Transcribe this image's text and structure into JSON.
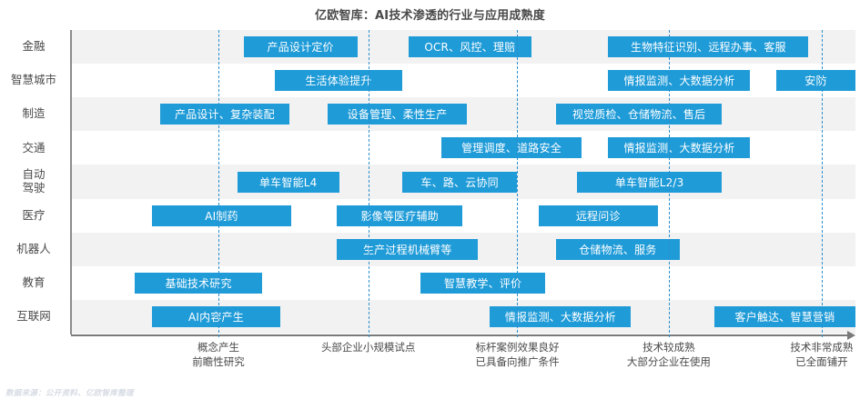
{
  "chart_data": {
    "type": "bar",
    "title": "亿欧智库：AI技术渗透的行业与应用成熟度",
    "xlabel": "",
    "ylabel": "",
    "grid": true,
    "legend": "none",
    "xlim": [
      0,
      100
    ],
    "source_note": "数据来源：公开资料、亿欧智库整理",
    "accent_color": "#1f9bd8",
    "gridline_color": "#2a8fd0",
    "band_color": "#f2f2f2",
    "axis_color": "#7a7a7a",
    "text_color": "#4a4a4a",
    "x_ticks": [
      {
        "pos": 18.8,
        "label": "概念产生\n前瞻性研究"
      },
      {
        "pos": 37.9,
        "label": "头部企业小规模试点"
      },
      {
        "pos": 56.9,
        "label": "标杆案例效果良好\n已具备向推广条件"
      },
      {
        "pos": 76.2,
        "label": "技术较成熟\n大部分企业在使用"
      },
      {
        "pos": 95.7,
        "label": "技术非常成熟\n已全面铺开"
      }
    ],
    "gridline_positions": [
      18.8,
      37.9,
      56.9,
      76.2,
      95.7
    ],
    "categories": [
      "金融",
      "智慧城市",
      "制造",
      "交通",
      "自动\n驾驶",
      "医疗",
      "机器人",
      "教育",
      "互联网"
    ],
    "rows": [
      {
        "category": "金融",
        "bars": [
          {
            "label": "产品设计定价",
            "start": 22.0,
            "end": 36.5
          },
          {
            "label": "OCR、风控、理赔",
            "start": 43.0,
            "end": 58.7
          },
          {
            "label": "生物特征识别、远程办事、客服",
            "start": 68.5,
            "end": 94.0
          }
        ]
      },
      {
        "category": "智慧城市",
        "bars": [
          {
            "label": "生活体验提升",
            "start": 26.0,
            "end": 42.2
          },
          {
            "label": "情报监测、大数据分析",
            "start": 68.5,
            "end": 86.6
          },
          {
            "label": "安防",
            "start": 89.9,
            "end": 100.0
          }
        ]
      },
      {
        "category": "制造",
        "bars": [
          {
            "label": "产品设计、复杂装配",
            "start": 11.4,
            "end": 27.8
          },
          {
            "label": "设备管理、柔性生产",
            "start": 32.7,
            "end": 50.5
          },
          {
            "label": "视觉质检、仓储物流、售后",
            "start": 61.8,
            "end": 83.0
          }
        ]
      },
      {
        "category": "交通",
        "bars": [
          {
            "label": "管理调度、道路安全",
            "start": 47.2,
            "end": 65.1
          },
          {
            "label": "情报监测、大数据分析",
            "start": 68.5,
            "end": 86.6
          }
        ]
      },
      {
        "category": "自动\n驾驶",
        "bars": [
          {
            "label": "单车智能L4",
            "start": 21.2,
            "end": 34.2
          },
          {
            "label": "车、路、云协同",
            "start": 42.2,
            "end": 56.9
          },
          {
            "label": "单车智能L2/3",
            "start": 64.5,
            "end": 83.0
          }
        ]
      },
      {
        "category": "医疗",
        "bars": [
          {
            "label": "AI制药",
            "start": 10.3,
            "end": 28.1
          },
          {
            "label": "影像等医疗辅助",
            "start": 33.9,
            "end": 49.9
          },
          {
            "label": "远程问诊",
            "start": 59.6,
            "end": 74.8
          }
        ]
      },
      {
        "category": "机器人",
        "bars": [
          {
            "label": "生产过程机械臂等",
            "start": 33.9,
            "end": 51.9
          },
          {
            "label": "仓储物流、服务",
            "start": 61.8,
            "end": 77.6
          }
        ]
      },
      {
        "category": "教育",
        "bars": [
          {
            "label": "基础技术研究",
            "start": 8.1,
            "end": 24.4
          },
          {
            "label": "智慧教学、评价",
            "start": 44.5,
            "end": 60.5
          }
        ]
      },
      {
        "category": "互联网",
        "bars": [
          {
            "label": "AI内容产生",
            "start": 10.3,
            "end": 26.7
          },
          {
            "label": "情报监测、大数据分析",
            "start": 53.4,
            "end": 71.4
          },
          {
            "label": "客户触达、智慧营销",
            "start": 82.0,
            "end": 100.0
          }
        ]
      }
    ]
  }
}
